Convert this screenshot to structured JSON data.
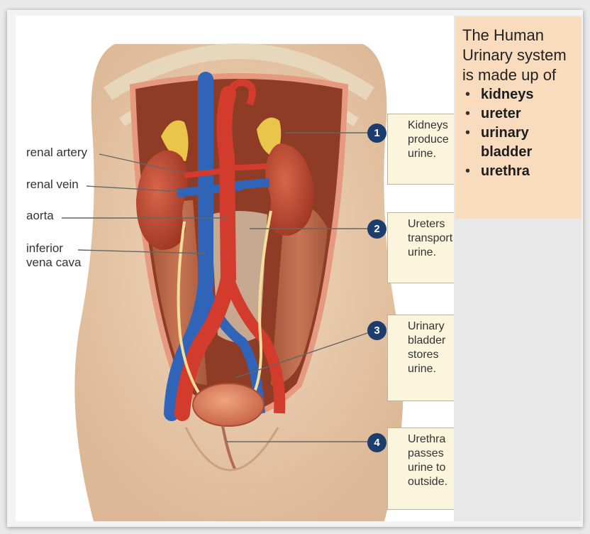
{
  "legend": {
    "intro": "The Human Urinary system is made up of",
    "items": [
      "kidneys",
      "ureter",
      "urinary bladder",
      "urethra"
    ]
  },
  "labels": {
    "renal_artery": "renal artery",
    "renal_vein": "renal vein",
    "aorta": "aorta",
    "inferior_vena_cava": "inferior vena cava"
  },
  "steps": [
    {
      "number": "1",
      "text": "Kidneys produce urine."
    },
    {
      "number": "2",
      "text": "Ureters transport urine."
    },
    {
      "number": "3",
      "text": "Urinary bladder stores urine."
    },
    {
      "number": "4",
      "text": "Urethra passes urine to outside."
    }
  ],
  "colors": {
    "legend_bg": "#f9dcbd",
    "step_badge": "#1c3d6e",
    "step_box_bg": "#fbf5dd",
    "artery": "#d33b2c",
    "vein": "#2f64b8",
    "kidney": "#b84a30",
    "skin": "#e8c9a8"
  }
}
